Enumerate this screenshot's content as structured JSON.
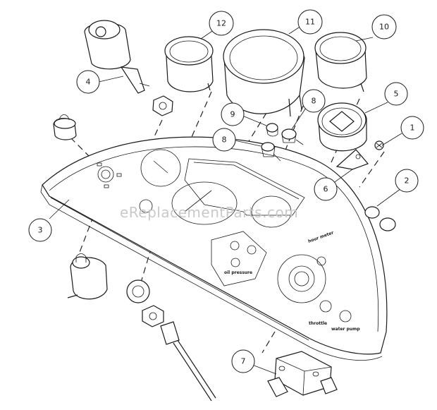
{
  "watermark": "eReplacementParts.com",
  "callouts": [
    {
      "id": "callout-1",
      "label": "1"
    },
    {
      "id": "callout-2",
      "label": "2"
    },
    {
      "id": "callout-3",
      "label": "3"
    },
    {
      "id": "callout-4",
      "label": "4"
    },
    {
      "id": "callout-5",
      "label": "5"
    },
    {
      "id": "callout-6",
      "label": "6"
    },
    {
      "id": "callout-7",
      "label": "7"
    },
    {
      "id": "callout-8a",
      "label": "8"
    },
    {
      "id": "callout-8b",
      "label": "8"
    },
    {
      "id": "callout-9",
      "label": "9"
    },
    {
      "id": "callout-10",
      "label": "10"
    },
    {
      "id": "callout-11",
      "label": "11"
    },
    {
      "id": "callout-12",
      "label": "12"
    }
  ],
  "panel_text": {
    "top_right": "hour meter",
    "bottom_left": "throttle",
    "bottom_right": "water pump",
    "small": "oil pressure"
  }
}
